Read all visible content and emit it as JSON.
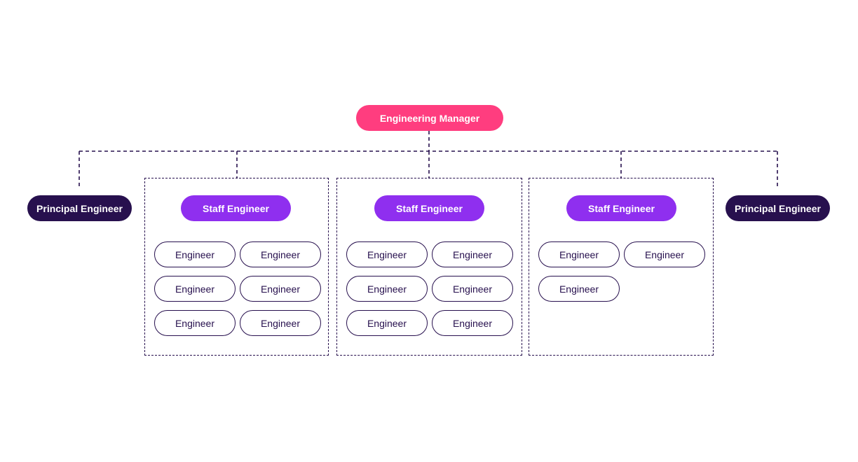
{
  "diagram": {
    "manager": {
      "label": "Engineering Manager",
      "color": "#ff3d7f"
    },
    "principals": [
      {
        "label": "Principal Engineer",
        "color": "#27104e"
      },
      {
        "label": "Principal Engineer",
        "color": "#27104e"
      }
    ],
    "teams": [
      {
        "staff": {
          "label": "Staff Engineer",
          "color": "#8f2fef"
        },
        "engineers": [
          "Engineer",
          "Engineer",
          "Engineer",
          "Engineer",
          "Engineer",
          "Engineer"
        ]
      },
      {
        "staff": {
          "label": "Staff Engineer",
          "color": "#8f2fef"
        },
        "engineers": [
          "Engineer",
          "Engineer",
          "Engineer",
          "Engineer",
          "Engineer",
          "Engineer"
        ]
      },
      {
        "staff": {
          "label": "Staff Engineer",
          "color": "#8f2fef"
        },
        "engineers": [
          "Engineer",
          "Engineer",
          "Engineer"
        ]
      }
    ],
    "connector_color": "#27104e",
    "connector_style": "dashed"
  }
}
